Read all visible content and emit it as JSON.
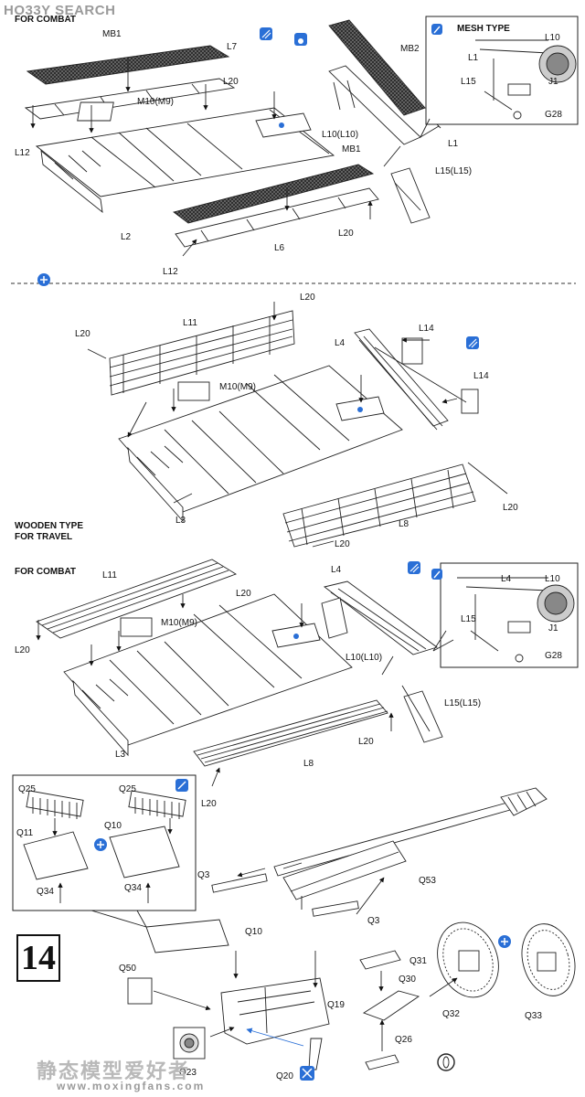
{
  "watermark": "HO33Y SEARCH",
  "sections": {
    "combat_1": "FOR COMBAT",
    "wooden": "WOODEN TYPE",
    "travel": "FOR TRAVEL",
    "combat_2": "FOR COMBAT"
  },
  "mesh_box": {
    "title": "MESH TYPE",
    "labels": [
      "L10",
      "L1",
      "L15",
      "J1",
      "G28"
    ]
  },
  "combat_box": {
    "labels": [
      "L4",
      "L10",
      "L15",
      "J1",
      "G28"
    ]
  },
  "step_number": "14",
  "footer": {
    "chinese": "静态模型爱好者",
    "url": "www.moxingfans.com"
  },
  "part_labels": [
    "MB1",
    "L7",
    "L20",
    "M10(M9)",
    "MB2",
    "L12",
    "L1",
    "L10(L10)",
    "MB1",
    "L15(L15)",
    "L2",
    "L20",
    "L6",
    "L12",
    "L20",
    "L11",
    "L20",
    "L14",
    "L4",
    "M10(M9)",
    "L14",
    "L3",
    "L20",
    "L8",
    "L20",
    "L11",
    "L20",
    "L4",
    "L20",
    "M10(M9)",
    "L10(L10)",
    "L15(L15)",
    "L20",
    "L3",
    "L8",
    "L20",
    "Q25",
    "Q25",
    "Q11",
    "Q10",
    "Q34",
    "Q34",
    "Q3",
    "Q53",
    "Q3",
    "Q10",
    "Q50",
    "Q31",
    "Q30",
    "Q32",
    "Q33",
    "Q19",
    "Q26",
    "Q23",
    "Q20"
  ]
}
